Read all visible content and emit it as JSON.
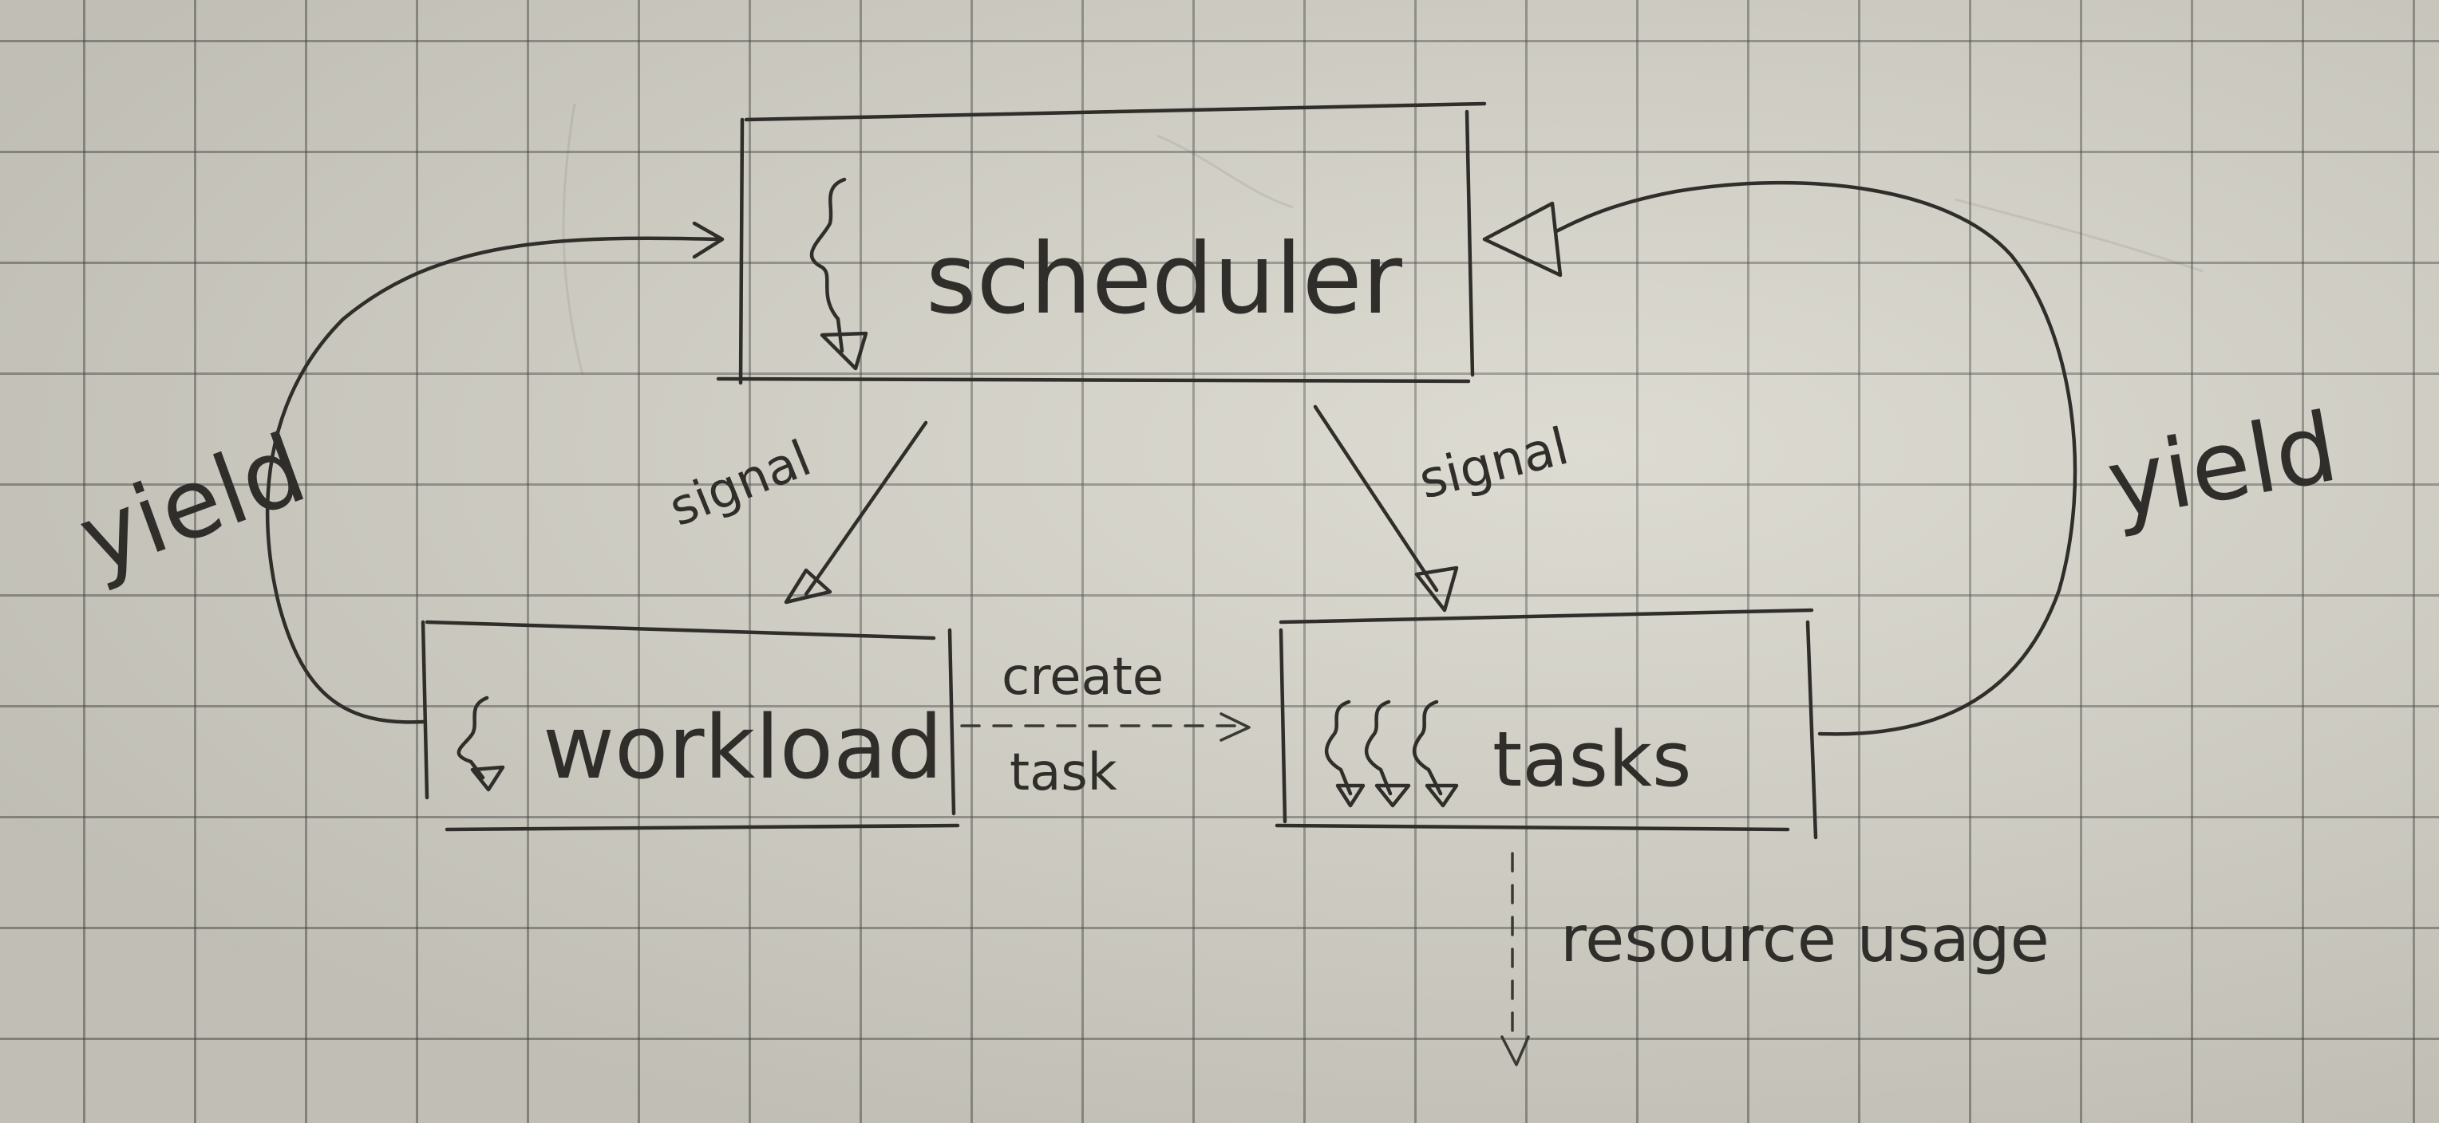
{
  "nodes": {
    "scheduler": "scheduler",
    "workload": "workload",
    "tasks": "tasks"
  },
  "edges": {
    "signal_left": "signal",
    "signal_right": "signal",
    "yield_left": "yield",
    "yield_right": "yield",
    "create_line1": "create",
    "create_line2": "task",
    "resource_usage": "resource usage"
  },
  "colors": {
    "paper": "#d6d4c9",
    "ink": "#2f2e2a"
  }
}
